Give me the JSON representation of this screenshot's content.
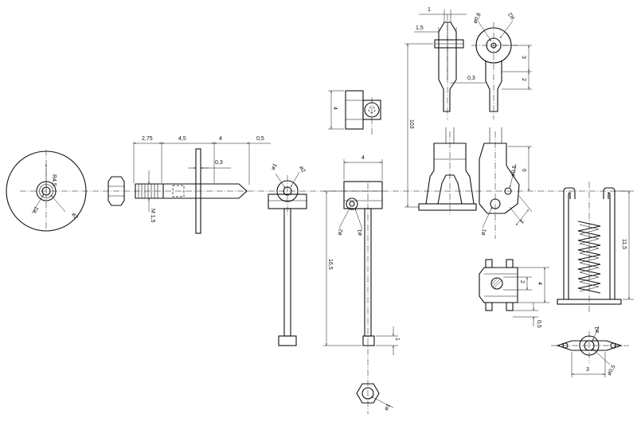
{
  "drawing": {
    "disk": {
      "radius_label": "R4,5",
      "hole_label_1": "ø1",
      "hole_label_2": "ø2"
    },
    "bolt": {
      "dims": [
        "2,75",
        "4,5",
        "4",
        "0,5"
      ],
      "pin_dim": "0,3",
      "thread_label": "M 1,5"
    },
    "lever": {
      "label_1": "ø1",
      "label_2": "ø2"
    },
    "block": {
      "width_dim": "4",
      "length_dim": "16,5",
      "label_1": "ø2",
      "label_2": "ø1",
      "top_view_dim": "4",
      "foot_dim": "1"
    },
    "nut_bottom": {
      "label": "ø1"
    },
    "clevis": {
      "height_dim": "103",
      "dim_1": "1",
      "dim_1_5": "1,5",
      "dim_0_3": "0,3"
    },
    "eye": {
      "radius_label": "R2",
      "hole_label": "ø0,8",
      "dim_3": "3",
      "dim_2": "2"
    },
    "fork": {
      "dim_6": "6",
      "hole_label": "ø0,5",
      "label_1": "ø1",
      "dim_side": "2"
    },
    "small_part": {
      "dim_2": "2",
      "dim_4": "4",
      "dim_0_5": "0,5"
    },
    "spring": {
      "height_dim": "11,5"
    },
    "base": {
      "label_1": "ø1",
      "width_dim": "3",
      "label_2": "ø0,5"
    }
  }
}
